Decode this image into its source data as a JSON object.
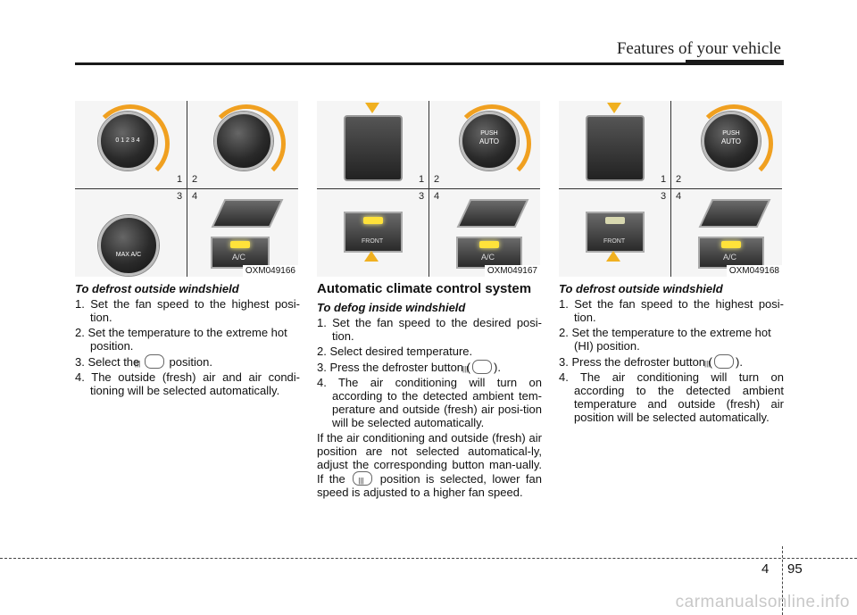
{
  "header": {
    "title": "Features of your vehicle"
  },
  "figures": [
    {
      "code": "OXM049166",
      "labels": [
        "1",
        "2",
        "3",
        "4"
      ],
      "knob1_text": "0 1 2 3 4",
      "ac_label": "A/C",
      "max_label": "MAX A/C"
    },
    {
      "code": "OXM049167",
      "labels": [
        "1",
        "2",
        "3",
        "4"
      ],
      "auto_label": "AUTO",
      "push_label": "PUSH",
      "ac_label": "A/C",
      "front_label": "FRONT"
    },
    {
      "code": "OXM049168",
      "labels": [
        "1",
        "2",
        "3",
        "4"
      ],
      "auto_label": "AUTO",
      "push_label": "PUSH",
      "ac_label": "A/C",
      "front_label": "FRONT"
    }
  ],
  "col1": {
    "heading": "To defrost outside windshield",
    "item1": "1. Set the fan speed to the highest posi-tion.",
    "item2": "2. Set the temperature to the extreme hot position.",
    "item3_pre": "3. Select the",
    "item3_post": "position.",
    "item4": "4. The outside (fresh) air and air condi-tioning will be selected automatically."
  },
  "col2": {
    "title": "Automatic climate control system",
    "heading": "To defog inside windshield",
    "item1": "1. Set the fan speed to the desired posi-tion.",
    "item2": "2. Select desired temperature.",
    "item3_pre": "3. Press the defroster button (",
    "item3_post": ").",
    "item4": "4. The air conditioning will turn on according to the detected ambient tem-perature and outside (fresh) air posi-tion will be selected automatically.",
    "para_pre": "If the air conditioning and outside (fresh) air position are not selected automatical-ly, adjust the corresponding button man-ually. If the",
    "para_post": "position is selected, lower fan speed is adjusted to a higher fan speed."
  },
  "col3": {
    "heading": "To defrost outside windshield",
    "item1": "1. Set the fan speed to the highest posi-tion.",
    "item2": "2. Set the temperature to the extreme hot (HI) position.",
    "item3_pre": "3. Press the defroster button (",
    "item3_post": ").",
    "item4": "4. The air conditioning will turn on according to the detected ambient temperature and outside (fresh) air position will be selected automatically."
  },
  "footer": {
    "chapter": "4",
    "page": "95"
  },
  "watermark": "carmanualsonline.info",
  "icons": {
    "defrost": "defrost-icon"
  },
  "colors": {
    "accent_arrow": "#f0a020",
    "glow": "#ffe23a"
  }
}
